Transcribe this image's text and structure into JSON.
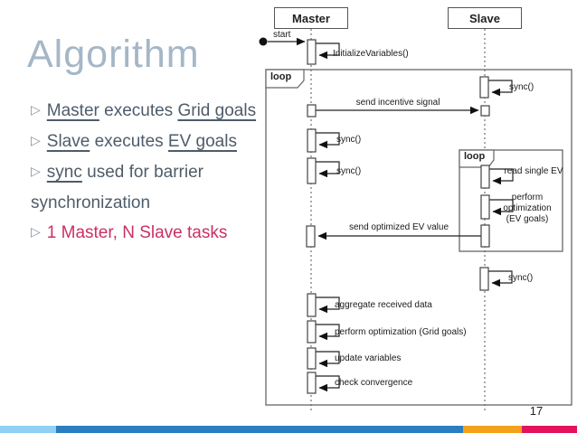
{
  "slide": {
    "title": "Algorithm",
    "bullet_marker": "▷",
    "bullets": [
      {
        "segments": [
          {
            "text": "Master"
          },
          {
            "text": " executes "
          },
          {
            "text": "Grid goals"
          }
        ]
      },
      {
        "segments": [
          {
            "text": "Slave"
          },
          {
            "text": " executes "
          },
          {
            "text": "EV goals"
          }
        ]
      },
      {
        "segments": [
          {
            "text": "sync"
          },
          {
            "text": " used for barrier synchronization"
          }
        ]
      },
      {
        "segments": [
          {
            "text": "1 Master, N Slave tasks"
          }
        ]
      }
    ],
    "page_number": "17"
  },
  "diagram": {
    "type": "uml-sequence",
    "actors": [
      {
        "label": "Master"
      },
      {
        "label": "Slave"
      }
    ],
    "start_label": "start",
    "outer_loop_label": "loop",
    "inner_loop_label": "loop",
    "messages": {
      "initialize": "InitializeVariables()",
      "slave_sync_top": "sync()",
      "send_incentive": "send incentive signal",
      "master_sync_1": "sync()",
      "master_sync_2": "sync()",
      "read_single_ev": "read single EV",
      "perform_opt_ev": "perform optimization (EV goals)",
      "send_optimized": "send optimized EV value",
      "slave_sync_bottom": "sync()",
      "aggregate": "aggregate received data",
      "perform_opt_grid": "perform optimization (Grid goals)",
      "update_variables": "update variables",
      "check_convergence": "check convergence"
    }
  },
  "footer": {
    "colors": [
      "#8fd0f3",
      "#2b7fc1",
      "#f3a21c",
      "#e3125e"
    ]
  },
  "theme": {
    "title_color": "#a5b7c7",
    "body_text_color": "#4e5c6a",
    "accent_pink": "#cb2f66"
  }
}
